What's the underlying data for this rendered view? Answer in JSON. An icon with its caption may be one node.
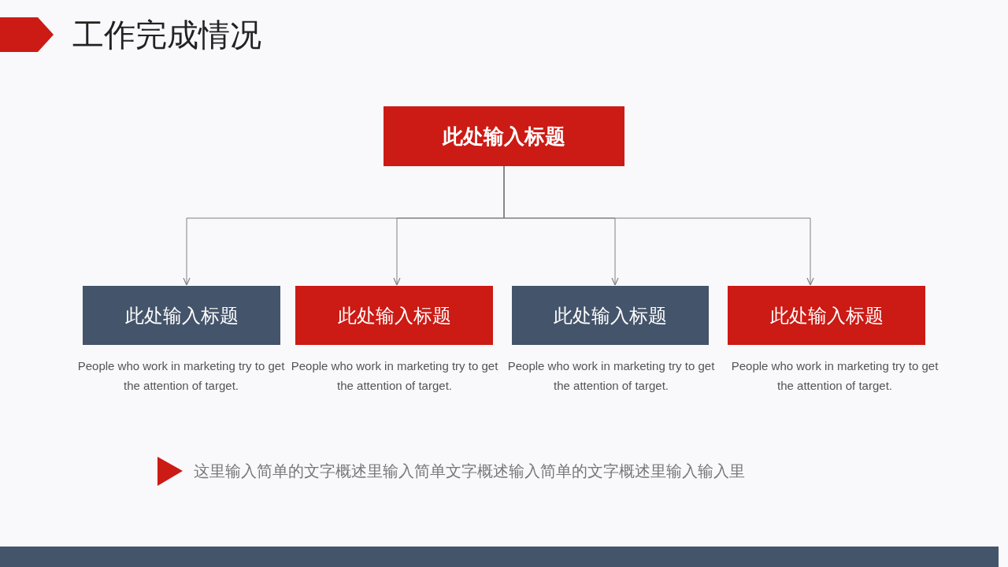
{
  "diagram": {
    "title": "工作完成情况",
    "nodes": [
      {
        "text": [
          "此处输入标题"
        ]
      },
      {
        "text": [
          "此处输入标题"
        ],
        "beside": [
          "People who work in marketing try to get the attention of target."
        ]
      },
      {
        "text": [
          "此处输入标题"
        ],
        "beside": [
          "People who work in marketing try to get the attention of target."
        ]
      },
      {
        "text": [
          "此处输入标题"
        ],
        "beside": [
          "People who work in marketing try to get the attention of target."
        ]
      },
      {
        "text": [
          "此处输入标题"
        ],
        "beside": [
          "People who work in marketing try to get the attention of target."
        ]
      }
    ],
    "edges": [
      {
        "from": 0,
        "to": 1,
        "arrow": "to"
      },
      {
        "from": 0,
        "to": 2,
        "arrow": "to"
      },
      {
        "from": 0,
        "to": 3,
        "arrow": "to"
      },
      {
        "from": 0,
        "to": 4,
        "arrow": "to"
      }
    ],
    "labels": [
      "这里输入简单的文字概述里输入简单文字概述输入简单的文字概述里输入输入里"
    ]
  }
}
